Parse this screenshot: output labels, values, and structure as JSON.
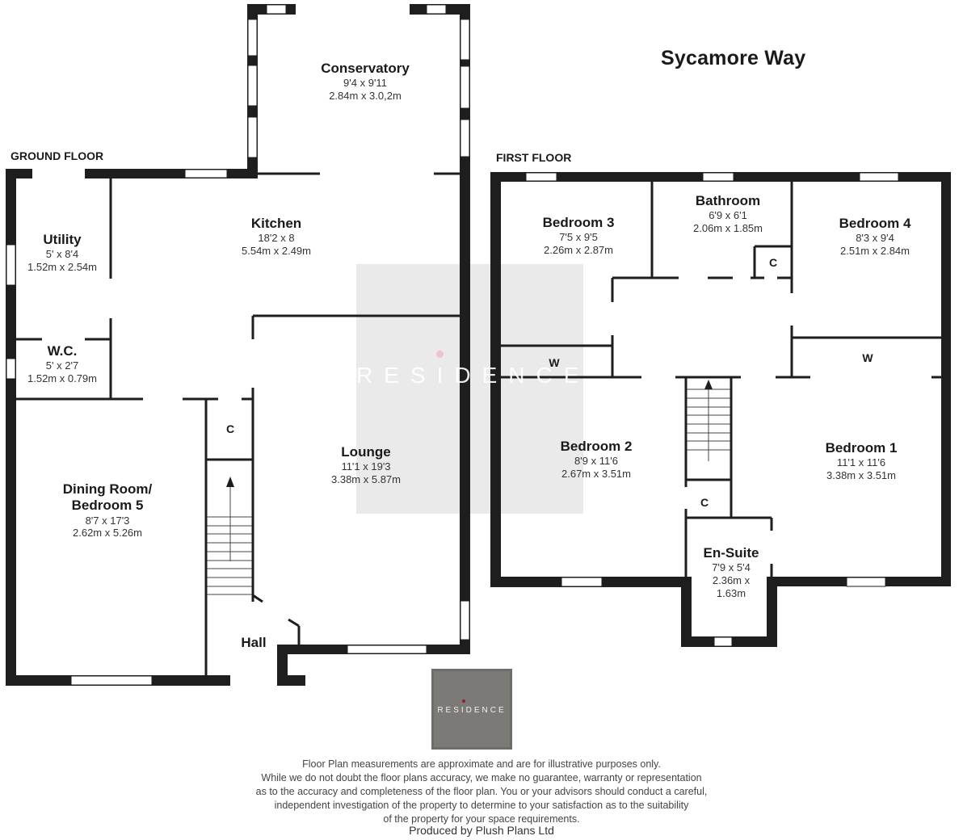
{
  "title": "Sycamore Way",
  "floors": {
    "ground": {
      "label": "GROUND FLOOR",
      "rooms": [
        {
          "id": "conservatory",
          "name": "Conservatory",
          "imperial": "9'4 x 9'11",
          "metric": "2.84m x 3.0,2m"
        },
        {
          "id": "kitchen",
          "name": "Kitchen",
          "imperial": "18'2 x 8",
          "metric": "5.54m x 2.49m"
        },
        {
          "id": "utility",
          "name": "Utility",
          "imperial": "5' x 8'4",
          "metric": "1.52m x 2.54m"
        },
        {
          "id": "wc",
          "name": "W.C.",
          "imperial": "5' x 2'7",
          "metric": "1.52m x 0.79m"
        },
        {
          "id": "dining",
          "name_line1": "Dining Room/",
          "name_line2": "Bedroom 5",
          "imperial": "8'7 x 17'3",
          "metric": "2.62m x 5.26m"
        },
        {
          "id": "lounge",
          "name": "Lounge",
          "imperial": "11'1 x 19'3",
          "metric": "3.38m x 5.87m"
        },
        {
          "id": "hall",
          "name": "Hall"
        }
      ],
      "tags": {
        "cupboard": "C"
      }
    },
    "first": {
      "label": "FIRST FLOOR",
      "rooms": [
        {
          "id": "bedroom3",
          "name": "Bedroom 3",
          "imperial": "7'5 x 9'5",
          "metric": "2.26m x 2.87m"
        },
        {
          "id": "bathroom",
          "name": "Bathroom",
          "imperial": "6'9 x 6'1",
          "metric": "2.06m x 1.85m"
        },
        {
          "id": "bedroom4",
          "name": "Bedroom 4",
          "imperial": "8'3 x 9'4",
          "metric": "2.51m x 2.84m"
        },
        {
          "id": "bedroom2",
          "name": "Bedroom 2",
          "imperial": "8'9 x 11'6",
          "metric": "2.67m x 3.51m"
        },
        {
          "id": "bedroom1",
          "name": "Bedroom 1",
          "imperial": "11'1 x 11'6",
          "metric": "3.38m x 3.51m"
        },
        {
          "id": "ensuite",
          "name": "En-Suite",
          "imperial": "7'9 x 5'4",
          "metric_line1": "2.36m x",
          "metric_line2": "1.63m"
        }
      ],
      "tags": {
        "cupboard": "C",
        "wardrobe": "W"
      }
    }
  },
  "watermark": {
    "text": "RESIDENCE"
  },
  "logo": {
    "text": "RESIDENCE",
    "bg_color": "#7b7a77",
    "dot_color": "#8a2331"
  },
  "disclaimer": [
    "Floor Plan measurements are approximate and are for illustrative purposes only.",
    "While we do not doubt the floor plans accuracy, we make no guarantee, warranty or representation",
    "as to the accuracy and completeness of the floor plan. You or your advisors should conduct a careful,",
    "independent investigation of the property to determine to your satisfaction as to the suitability",
    "of the property for your space requirements."
  ],
  "producer": "Produced by Plush Plans Ltd",
  "colors": {
    "wall": "#1e1e1e",
    "window_fill": "#ffffff",
    "watermark": "#d6d6d6"
  }
}
